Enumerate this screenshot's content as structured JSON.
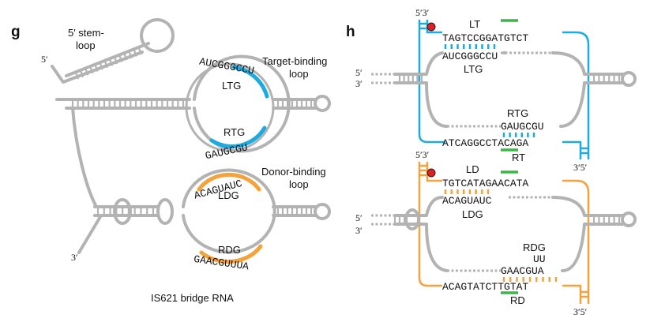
{
  "panel_g": {
    "letter": "g",
    "stem_loop_label_1": "5′ stem-",
    "stem_loop_label_2": "loop",
    "five_prime": "5′",
    "three_prime": "3′",
    "target_loop_label_1": "Target-binding",
    "target_loop_label_2": "loop",
    "donor_loop_label_1": "Donor-binding",
    "donor_loop_label_2": "loop",
    "ltg_seq": "AUCGGGCCU",
    "ltg_label": "LTG",
    "rtg_label": "RTG",
    "rtg_seq": "GAUGCGU",
    "ldg_seq": "ACAGUAUC",
    "ldg_label": "LDG",
    "rdg_label": "RDG",
    "rdg_seq": "GAACGUUUA",
    "caption": "IS621 bridge RNA"
  },
  "panel_h": {
    "letter": "h",
    "top": {
      "ends_top": "5′3′",
      "lt_label": "LT",
      "target_top_seq": "TAGTCCGGATGTCT",
      "ltg_seq": "AUCGGGCCU",
      "ltg_label": "LTG",
      "left_5": "5′",
      "left_3": "3′",
      "rtg_label": "RTG",
      "rtg_seq": "GAUGCGU",
      "target_bottom_seq": "ATCAGGCCTACAGA",
      "rt_label": "RT",
      "ends_bottom": "3′5′"
    },
    "bottom": {
      "ends_top": "5′3′",
      "ld_label": "LD",
      "donor_top_seq": "TGTCATAGAACATA",
      "ldg_seq": "ACAGUAUC",
      "ldg_label": "LDG",
      "left_5": "5′",
      "left_3": "3′",
      "rdg_label": "RDG",
      "rdg_extra": "UU",
      "rdg_seq": "GAACGUA",
      "donor_bottom_seq": "ACAGTATCTTGTAT",
      "rd_label": "RD",
      "ends_bottom": "3′5′"
    }
  },
  "colors": {
    "backbone": "#b3b3b3",
    "target": "#1aabe3",
    "donor": "#f5a23a",
    "core": "#3cb54a",
    "dinucleotide": "#e02020"
  }
}
